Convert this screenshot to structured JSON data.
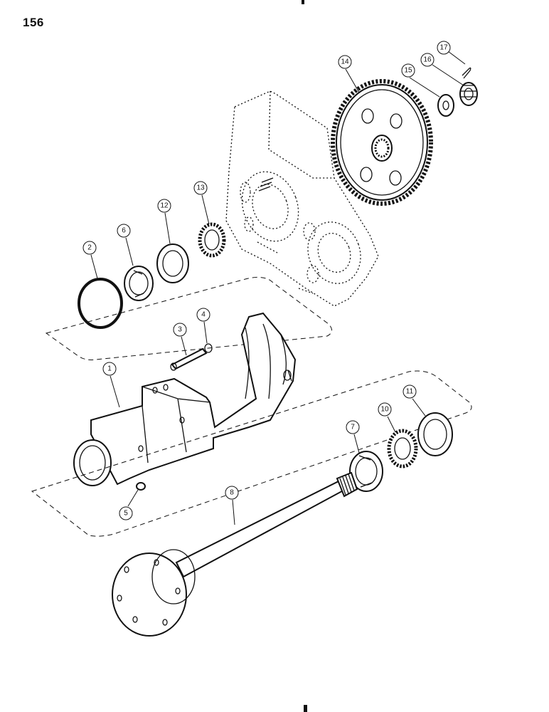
{
  "page_number": "156",
  "callouts": [
    {
      "id": "c1",
      "label": "1"
    },
    {
      "id": "c2",
      "label": "2"
    },
    {
      "id": "c3",
      "label": "3"
    },
    {
      "id": "c4",
      "label": "4"
    },
    {
      "id": "c5",
      "label": "5"
    },
    {
      "id": "c6",
      "label": "6"
    },
    {
      "id": "c7",
      "label": "7"
    },
    {
      "id": "c8",
      "label": "8"
    },
    {
      "id": "c10",
      "label": "10"
    },
    {
      "id": "c11",
      "label": "11"
    },
    {
      "id": "c12",
      "label": "12"
    },
    {
      "id": "c13",
      "label": "13"
    },
    {
      "id": "c14",
      "label": "14"
    },
    {
      "id": "c15",
      "label": "15"
    },
    {
      "id": "c16",
      "label": "16"
    },
    {
      "id": "c17",
      "label": "17"
    }
  ]
}
